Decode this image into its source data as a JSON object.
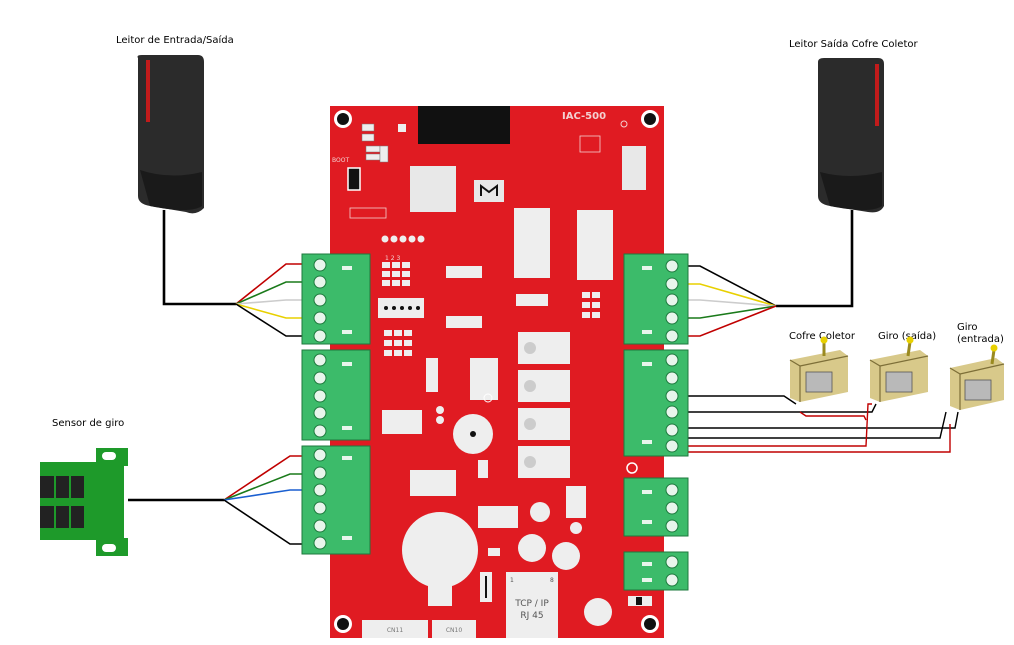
{
  "labels": {
    "reader_left": "Leitor de Entrada/Saída",
    "reader_right": "Leitor Saída Cofre Coletor",
    "turn_sensor": "Sensor de giro",
    "solenoid_cofre": "Cofre Coletor",
    "solenoid_giro_saida": "Giro (saída)",
    "solenoid_giro_entrada_line1": "Giro",
    "solenoid_giro_entrada_line2": "(entrada)"
  },
  "board": {
    "model": "IAC-500",
    "boot_label": "BOOT",
    "network_label_line1": "TCP / IP",
    "network_label_line2": "RJ 45",
    "connector_cn11": "CN11",
    "connector_cn10": "CN10",
    "header_numbers": "1 2 3",
    "rj45_pin1": "1",
    "rj45_pin8": "8",
    "board_color": "#e01b22"
  },
  "wire_colors": [
    "#c00000",
    "#1a7a1a",
    "#cccccc",
    "#e8d000",
    "#000000",
    "#1a5fd0"
  ]
}
